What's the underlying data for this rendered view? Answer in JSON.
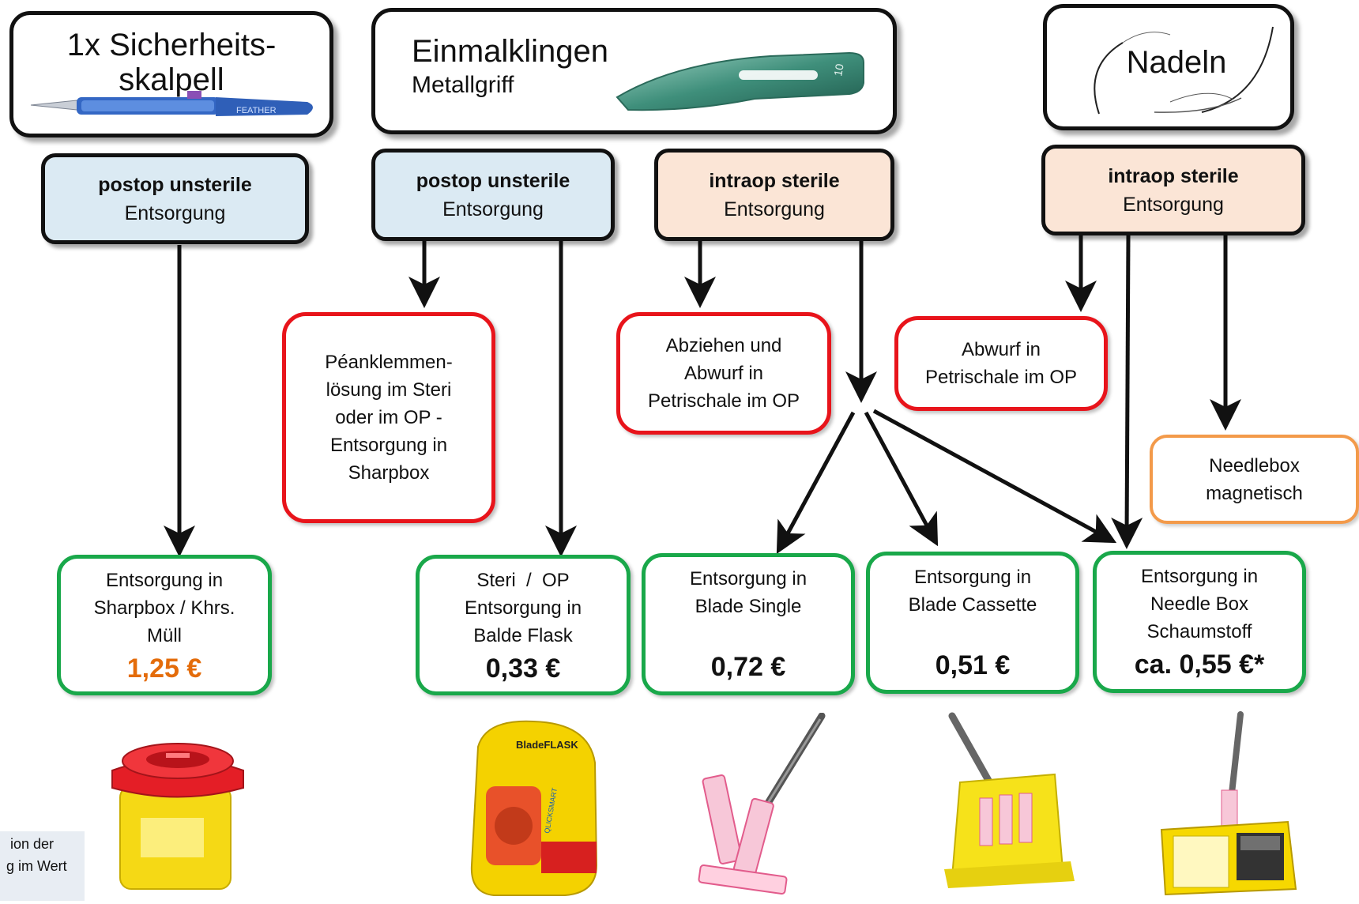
{
  "top": {
    "scalpel": {
      "line1": "1x Sicherheits-",
      "line2": "skalpell",
      "brand": "FEATHER"
    },
    "blades": {
      "title": "Einmalklingen",
      "subtitle": "Metallgriff",
      "blade_number": "10"
    },
    "needles": {
      "title": "Nadeln"
    }
  },
  "categories": {
    "postop1": {
      "bold": "postop unsterile",
      "text": "Entsorgung"
    },
    "postop2": {
      "bold": "postop unsterile",
      "text": "Entsorgung"
    },
    "intraop1": {
      "bold": "intraop sterile",
      "text": "Entsorgung"
    },
    "intraop2": {
      "bold": "intraop sterile",
      "text": "Entsorgung"
    }
  },
  "methods": {
    "pean": [
      "Péanklemmen-",
      "lösung im Steri",
      "oder im OP -",
      "Entsorgung in",
      "Sharpbox"
    ],
    "abziehen": [
      "Abziehen und",
      "Abwurf in",
      "Petrischale im OP"
    ],
    "abwurf": [
      "Abwurf in",
      "Petrischale im OP"
    ],
    "needlebox": [
      "Needlebox",
      "magnetisch"
    ]
  },
  "outcomes": {
    "sharpbox": {
      "lines": [
        "Entsorgung in",
        "Sharpbox / Khrs.",
        "Müll"
      ],
      "price": "1,25 €"
    },
    "flask": {
      "lines": [
        "Steri  /  OP",
        "Entsorgung in",
        "Balde Flask"
      ],
      "price": "0,33 €"
    },
    "single": {
      "lines": [
        "Entsorgung in",
        "Blade Single"
      ],
      "price": "0,72 €"
    },
    "cassette": {
      "lines": [
        "Entsorgung in",
        "Blade Cassette"
      ],
      "price": "0,51 €"
    },
    "needle": {
      "lines": [
        "Entsorgung in",
        "Needle Box",
        "Schaumstoff"
      ],
      "price": "ca. 0,55 €*"
    }
  },
  "product_labels": {
    "bladeflask": "BladeFLASK",
    "qlicksmart": "QLICKSMART"
  },
  "footnote": {
    "line1": "ion der",
    "line2": "g im Wert"
  },
  "colors": {
    "blue": "#dbeaf3",
    "peach": "#fbe5d6",
    "red": "#e8141b",
    "green": "#19a84a",
    "orange": "#f39a4a",
    "price_orange": "#e46c0a"
  }
}
